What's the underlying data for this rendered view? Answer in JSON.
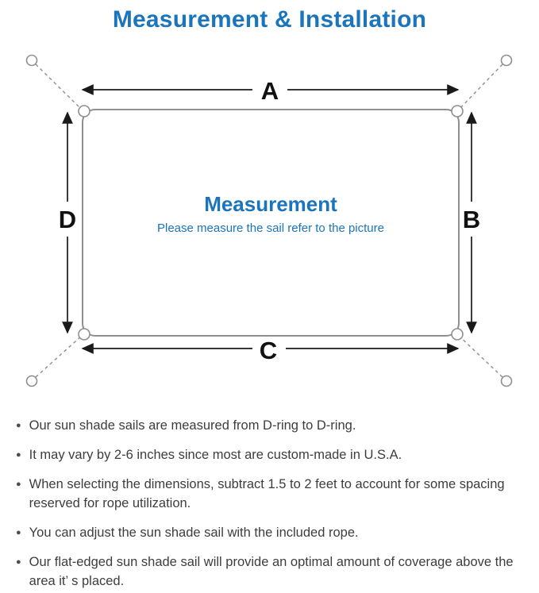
{
  "title": "Measurement & Installation",
  "colors": {
    "title_blue": "#1b75bc",
    "diagram_gray": "#8f8f8f",
    "dimension_black": "#111111",
    "note_text": "#3d3d3d"
  },
  "diagram": {
    "center_title": "Measurement",
    "center_subtitle": "Please measure the sail refer to the picture",
    "labels": {
      "top": "A",
      "right": "B",
      "bottom": "C",
      "left": "D"
    }
  },
  "bullets": [
    "Our sun shade sails are measured from D-ring to D-ring.",
    "It may vary by 2-6 inches since most are custom-made in U.S.A.",
    "When selecting the dimensions, subtract 1.5 to 2 feet to account for some spacing reserved for rope utilization.",
    "You can adjust the sun shade sail with the included rope.",
    "Our flat-edged sun shade sail will provide an optimal amount of coverage above the area it’ s placed."
  ]
}
